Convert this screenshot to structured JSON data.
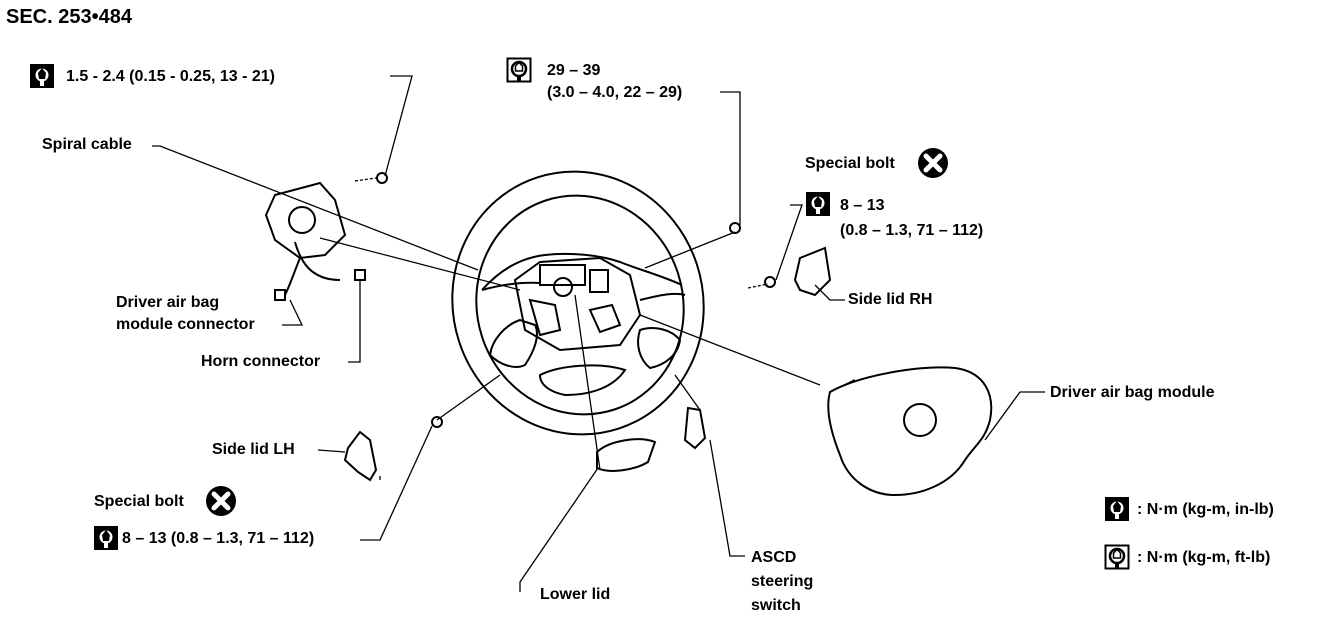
{
  "section": "SEC. 253•484",
  "torque": {
    "spiral_screw": "1.5  -  2.4  (0.15  -  0.25,  13  -  21)",
    "wheel_nut_l1": "29 – 39",
    "wheel_nut_l2": "(3.0 – 4.0, 22 – 29)",
    "rh_bolt_l1": "8 – 13",
    "rh_bolt_l2": "(0.8 – 1.3, 71 – 112)",
    "lh_bolt": "8 – 13 (0.8 – 1.3, 71 – 112)"
  },
  "labels": {
    "spiral_cable": "Spiral cable",
    "airbag_conn_l1": "Driver air bag",
    "airbag_conn_l2": "module connector",
    "horn_connector": "Horn connector",
    "special_bolt_rh": "Special bolt",
    "side_lid_rh": "Side lid RH",
    "driver_airbag_module": "Driver air bag module",
    "side_lid_lh": "Side lid LH",
    "special_bolt_lh": "Special bolt",
    "lower_lid": "Lower lid",
    "ascd_l1": "ASCD",
    "ascd_l2": "steering",
    "ascd_l3": "switch"
  },
  "legend": {
    "inlb": ": N·m (kg-m, in-lb)",
    "ftlb": ": N·m (kg-m, ft-lb)"
  },
  "icons": [
    "torque-wrench-inlb-icon",
    "torque-wrench-ftlb-icon",
    "special-bolt-icon"
  ]
}
